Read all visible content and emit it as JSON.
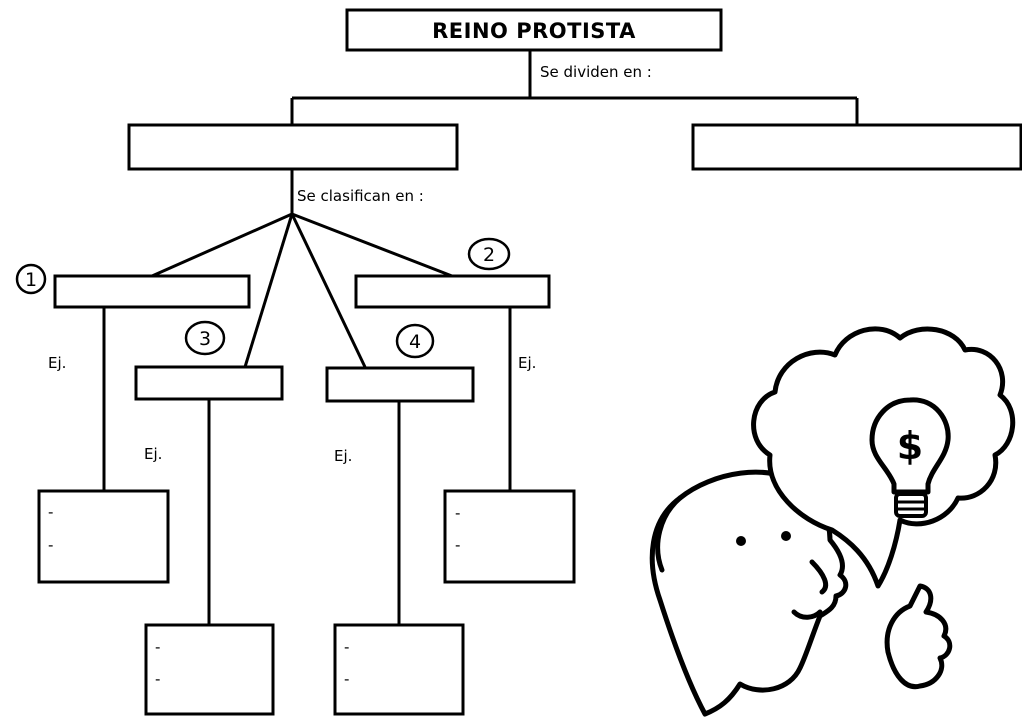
{
  "title": "REINO PROTISTA",
  "connector_divide": "Se dividen en :",
  "connector_classify": "Se clasifican en :",
  "example_label": "Ej.",
  "numbers": [
    "1",
    "2",
    "3",
    "4"
  ],
  "list_marker": "-",
  "colors": {
    "stroke": "#000000",
    "background": "#ffffff"
  },
  "illustration": {
    "icons": [
      "thinking-person",
      "thought-bubble",
      "lightbulb-icon",
      "dollar-sign-icon"
    ],
    "bulb_symbol": "$"
  }
}
